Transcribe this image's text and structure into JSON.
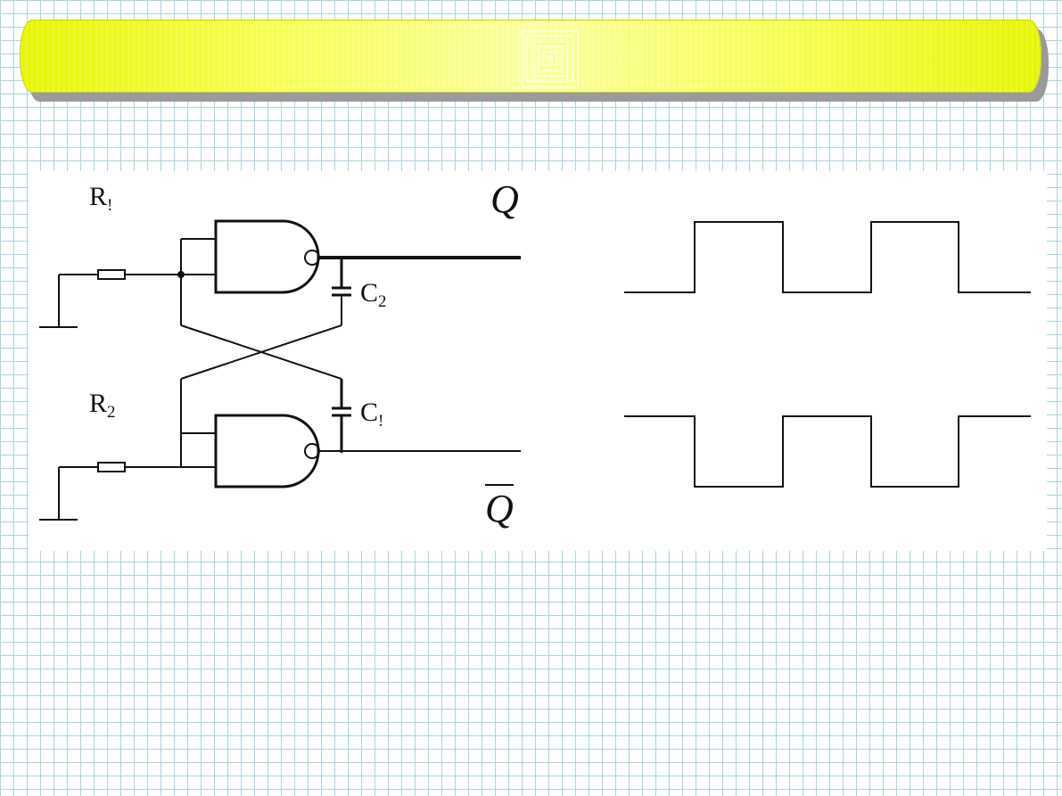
{
  "labels": {
    "r1": {
      "main": "R",
      "sub": "!"
    },
    "r2": {
      "main": "R",
      "sub": "2"
    },
    "c2": {
      "main": "C",
      "sub": "2"
    },
    "c1": {
      "main": "C",
      "sub": "!"
    },
    "q": "Q",
    "q_bar": "Q"
  },
  "colors": {
    "banner": "#f2ff3a",
    "grid": "#a9d6dc",
    "ink": "#111111"
  },
  "waveforms": {
    "q": [
      0,
      1,
      0,
      1,
      0
    ],
    "q_bar": [
      1,
      0,
      1,
      0,
      1
    ]
  }
}
